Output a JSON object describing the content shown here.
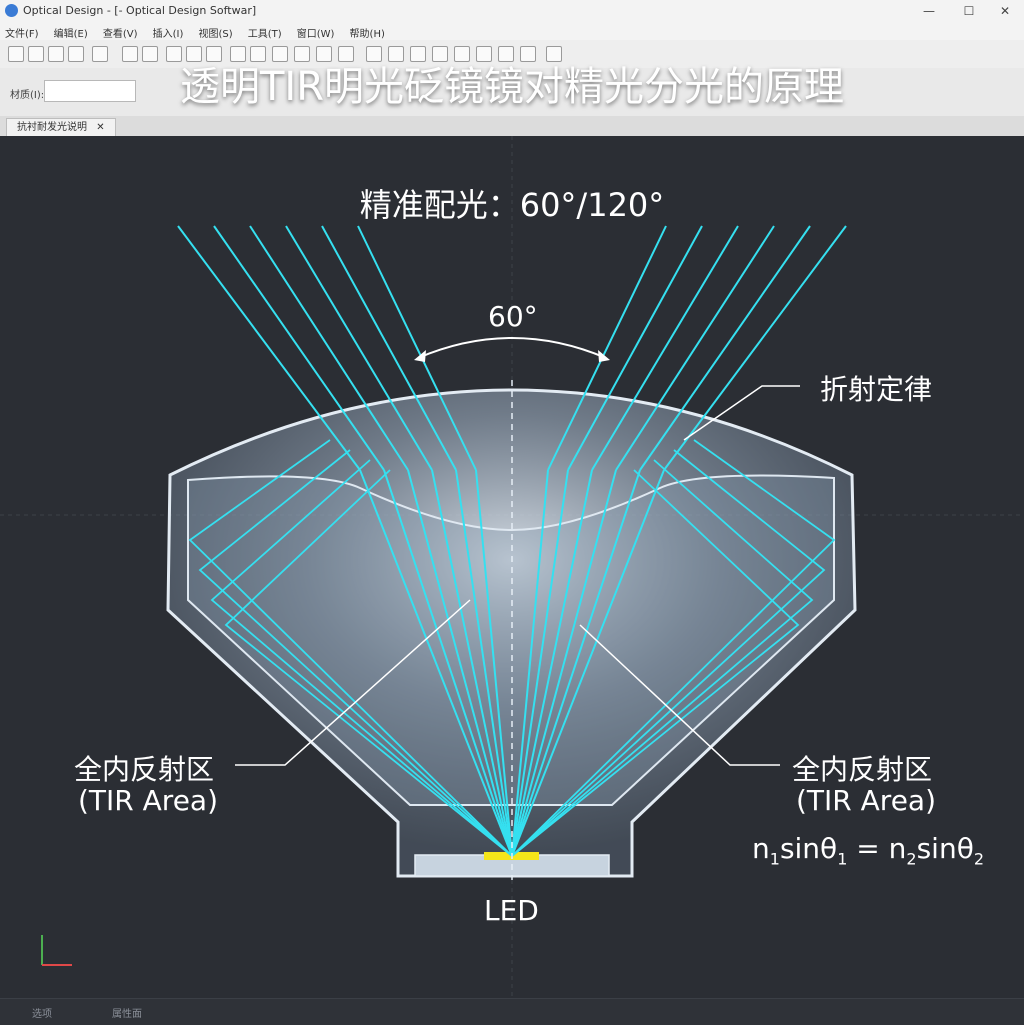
{
  "window": {
    "title": "Optical Design - [- Optical Design Softwar]",
    "controls": [
      "—",
      "☐",
      "✕"
    ]
  },
  "menu": [
    "文件(F)",
    "编辑(E)",
    "查看(V)",
    "插入(I)",
    "视图(S)",
    "工具(T)",
    "窗口(W)",
    "帮助(H)"
  ],
  "properties": {
    "label": "材质(I):",
    "value": ""
  },
  "document_tab": {
    "label": "抗衬耐发光说明",
    "close": "✕"
  },
  "status_tabs": [
    "选项",
    "属性面"
  ],
  "diagram": {
    "heading": "透明TIR明光砭镜镜对精光分光的原理",
    "subtitle": "精准配光：60°/120°",
    "angle_label": "60°",
    "refraction_label": "折射定律",
    "tir_left": {
      "zh": "全内反射区",
      "en": "(TIR Area)"
    },
    "tir_right": {
      "zh": "全内反射区",
      "en": "(TIR Area)"
    },
    "formula": {
      "n": "n",
      "s1": "1",
      "sin1": "sinθ",
      "t1": "1",
      "eq": " = n",
      "s2": "2",
      "sin2": "sinθ",
      "t2": "2"
    },
    "led_label": "LED"
  },
  "colors": {
    "ray": "#35e0f0",
    "lens_fill": "#9fb2c8",
    "lens_stroke": "#dfe8f2",
    "led": "#f5e51a",
    "canvas": "#2b2e34"
  }
}
